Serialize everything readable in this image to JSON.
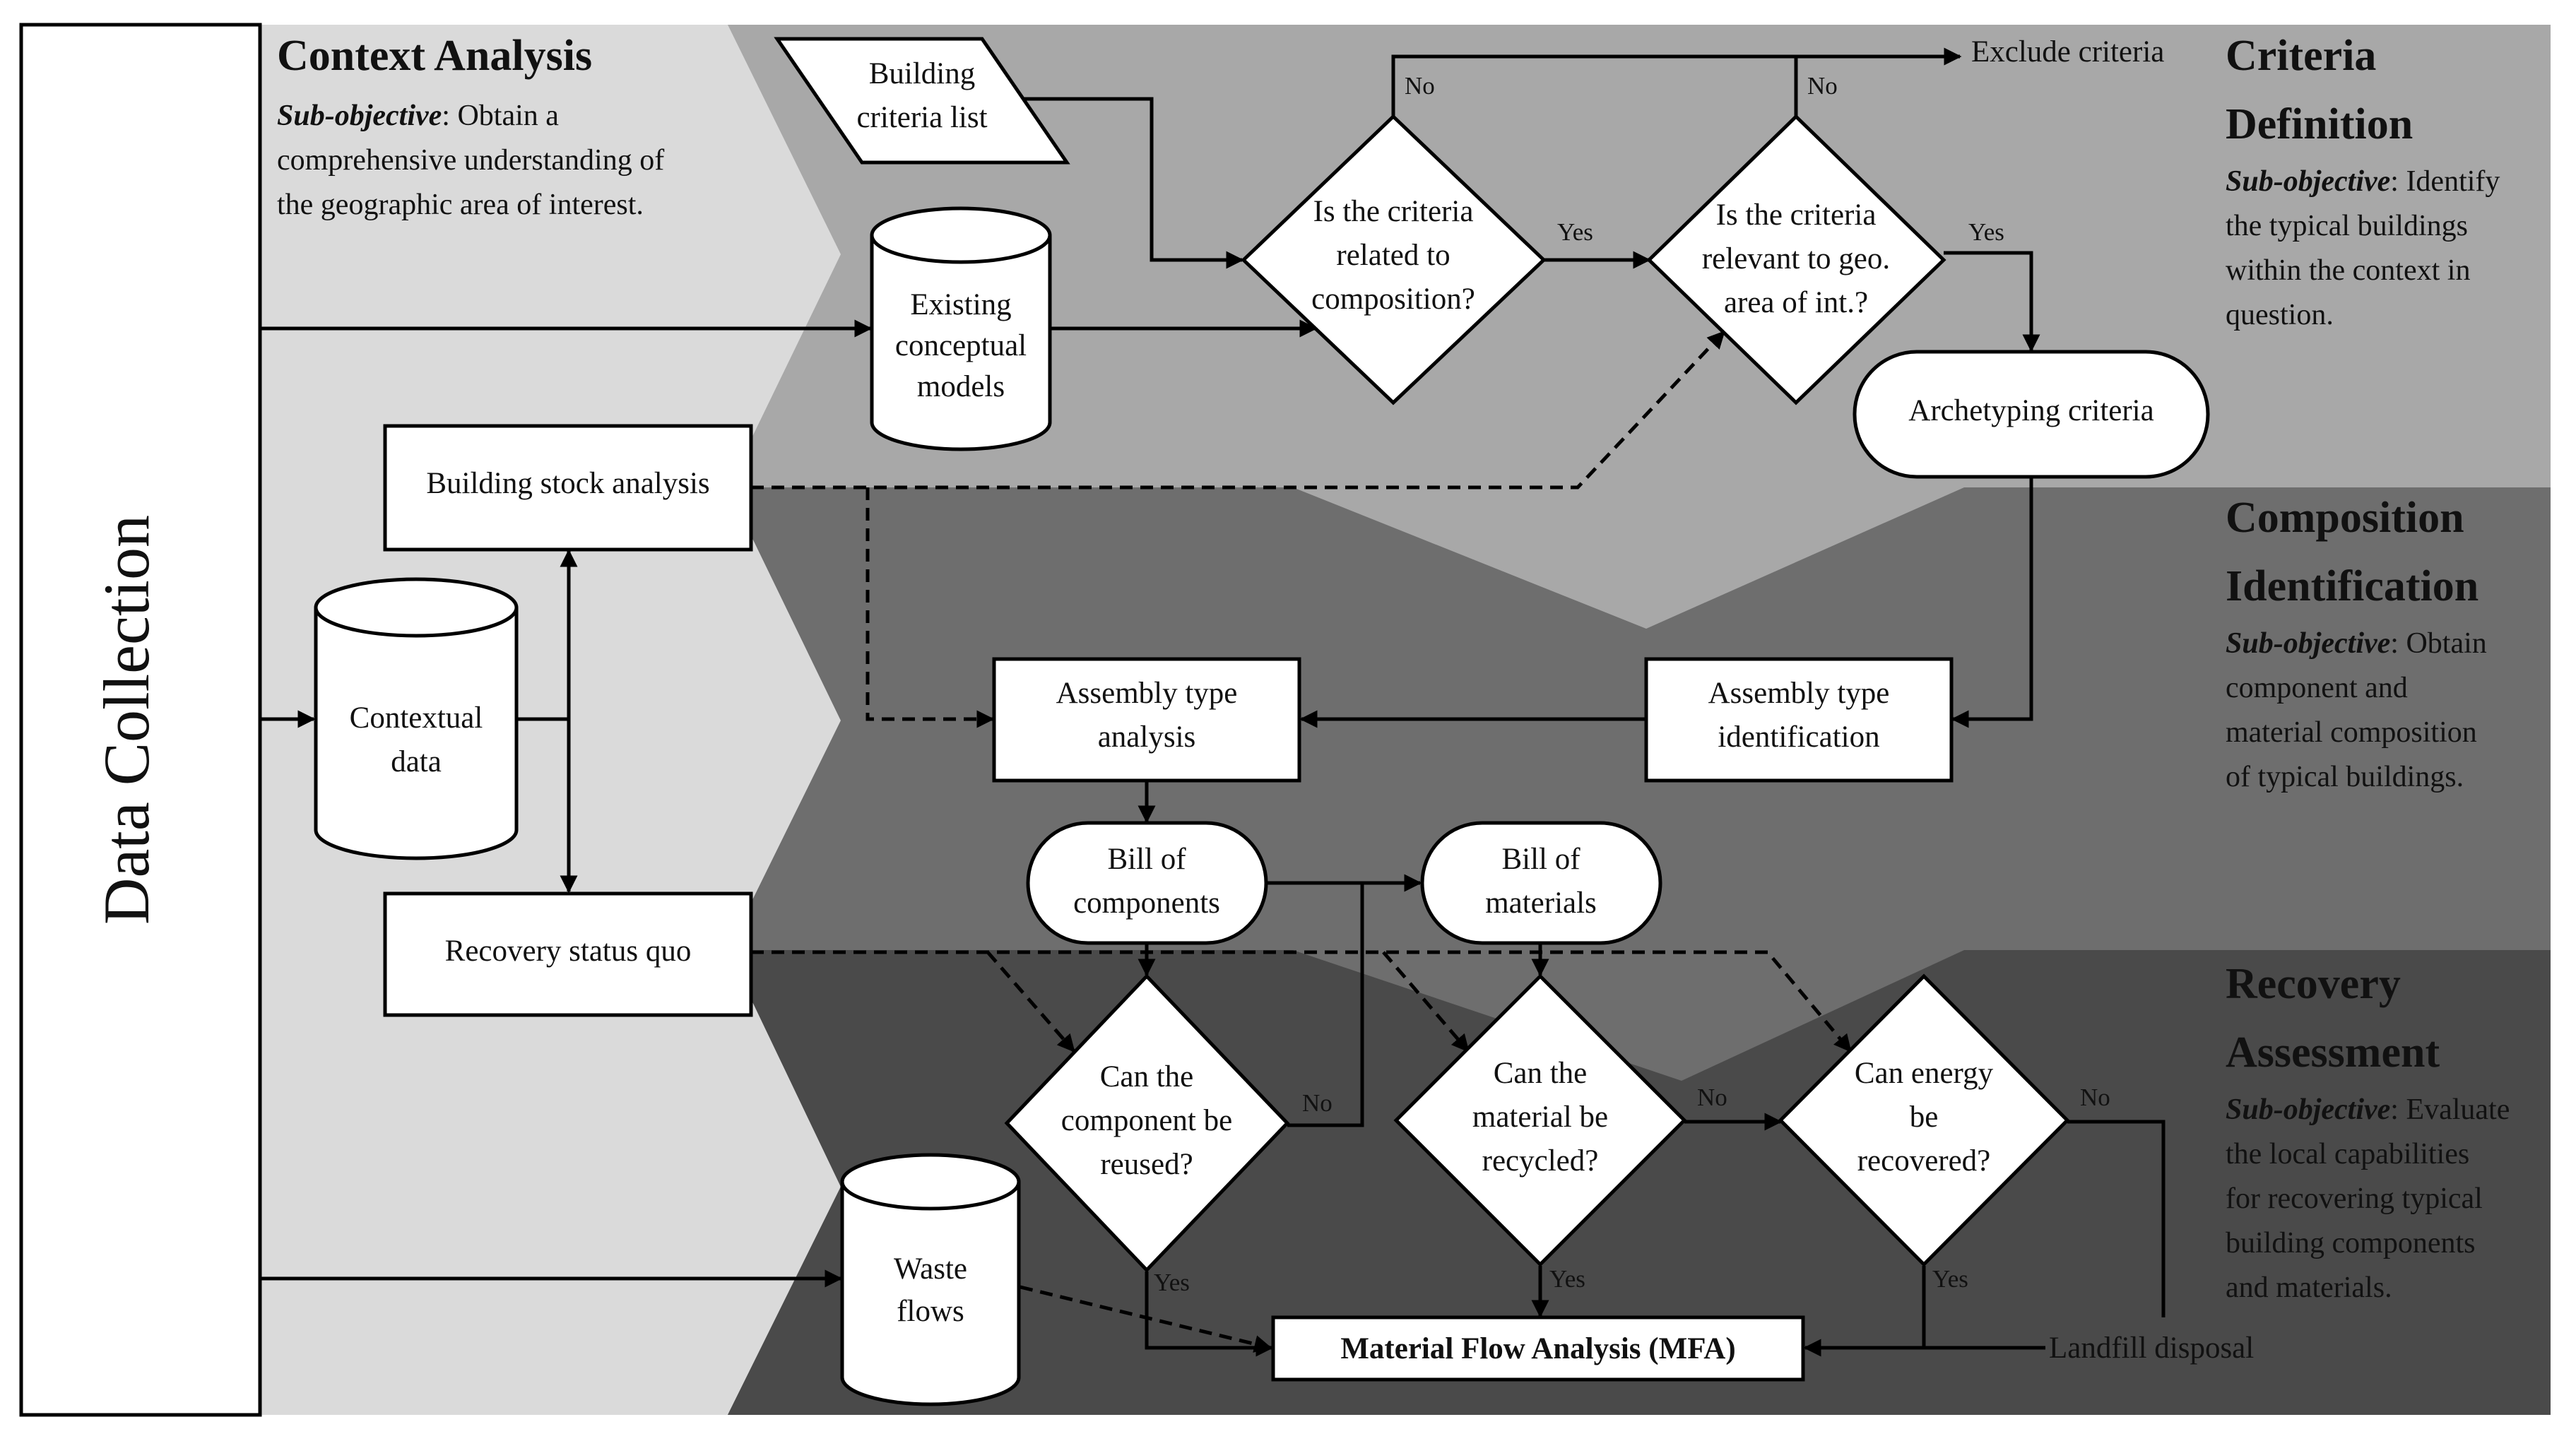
{
  "colors": {
    "phase_context": "#dadada",
    "phase_criteria": "#a8a8a8",
    "phase_composition": "#6e6e6e",
    "phase_recovery": "#4a4a4a",
    "node_fill": "#ffffff",
    "stroke": "#000000"
  },
  "data_collection": {
    "label": "Data Collection"
  },
  "sections": {
    "context": {
      "title": "Context Analysis",
      "sub_prefix": "Sub-objective",
      "sub_lines": [
        ": Obtain a",
        "comprehensive understanding of",
        "the geographic area of interest."
      ]
    },
    "criteria": {
      "title_lines": [
        "Criteria",
        "Definition"
      ],
      "sub_prefix": "Sub-objective",
      "sub_lines": [
        ": Identify",
        "the typical buildings",
        "within the context in",
        "question."
      ]
    },
    "composition": {
      "title_lines": [
        "Composition",
        "Identification"
      ],
      "sub_prefix": "Sub-objective",
      "sub_lines": [
        ": Obtain",
        "component and",
        "material composition",
        "of typical buildings."
      ]
    },
    "recovery": {
      "title_lines": [
        "Recovery",
        "Assessment"
      ],
      "sub_prefix": "Sub-objective",
      "sub_lines": [
        ": Evaluate",
        "the local capabilities",
        "for recovering typical",
        "building components",
        "and materials."
      ]
    }
  },
  "nodes": {
    "building_criteria_list": [
      "Building",
      "criteria list"
    ],
    "existing_models": [
      "Existing",
      "conceptual",
      "models"
    ],
    "criteria_composition": [
      "Is the criteria",
      "related to",
      "composition?"
    ],
    "criteria_relevant": [
      "Is the criteria",
      "relevant to geo.",
      "area of int.?"
    ],
    "exclude_criteria": [
      "Exclude criteria"
    ],
    "archetyping_criteria": [
      "Archetyping criteria"
    ],
    "building_stock": [
      "Building stock analysis"
    ],
    "contextual_data": [
      "Contextual",
      "data"
    ],
    "recovery_status": [
      "Recovery status quo"
    ],
    "assembly_analysis": [
      "Assembly type",
      "analysis"
    ],
    "assembly_identification": [
      "Assembly type",
      "identification"
    ],
    "bill_components": [
      "Bill of",
      "components"
    ],
    "bill_materials": [
      "Bill of",
      "materials"
    ],
    "component_reused": [
      "Can the",
      "component be",
      "reused?"
    ],
    "material_recycled": [
      "Can the",
      "material be",
      "recycled?"
    ],
    "energy_recovered": [
      "Can energy",
      "be",
      "recovered?"
    ],
    "waste_flows": [
      "Waste",
      "flows"
    ],
    "mfa": [
      "Material Flow Analysis (MFA)"
    ],
    "landfill": [
      "Landfill disposal"
    ]
  },
  "edge_labels": {
    "no": "No",
    "yes": "Yes"
  }
}
